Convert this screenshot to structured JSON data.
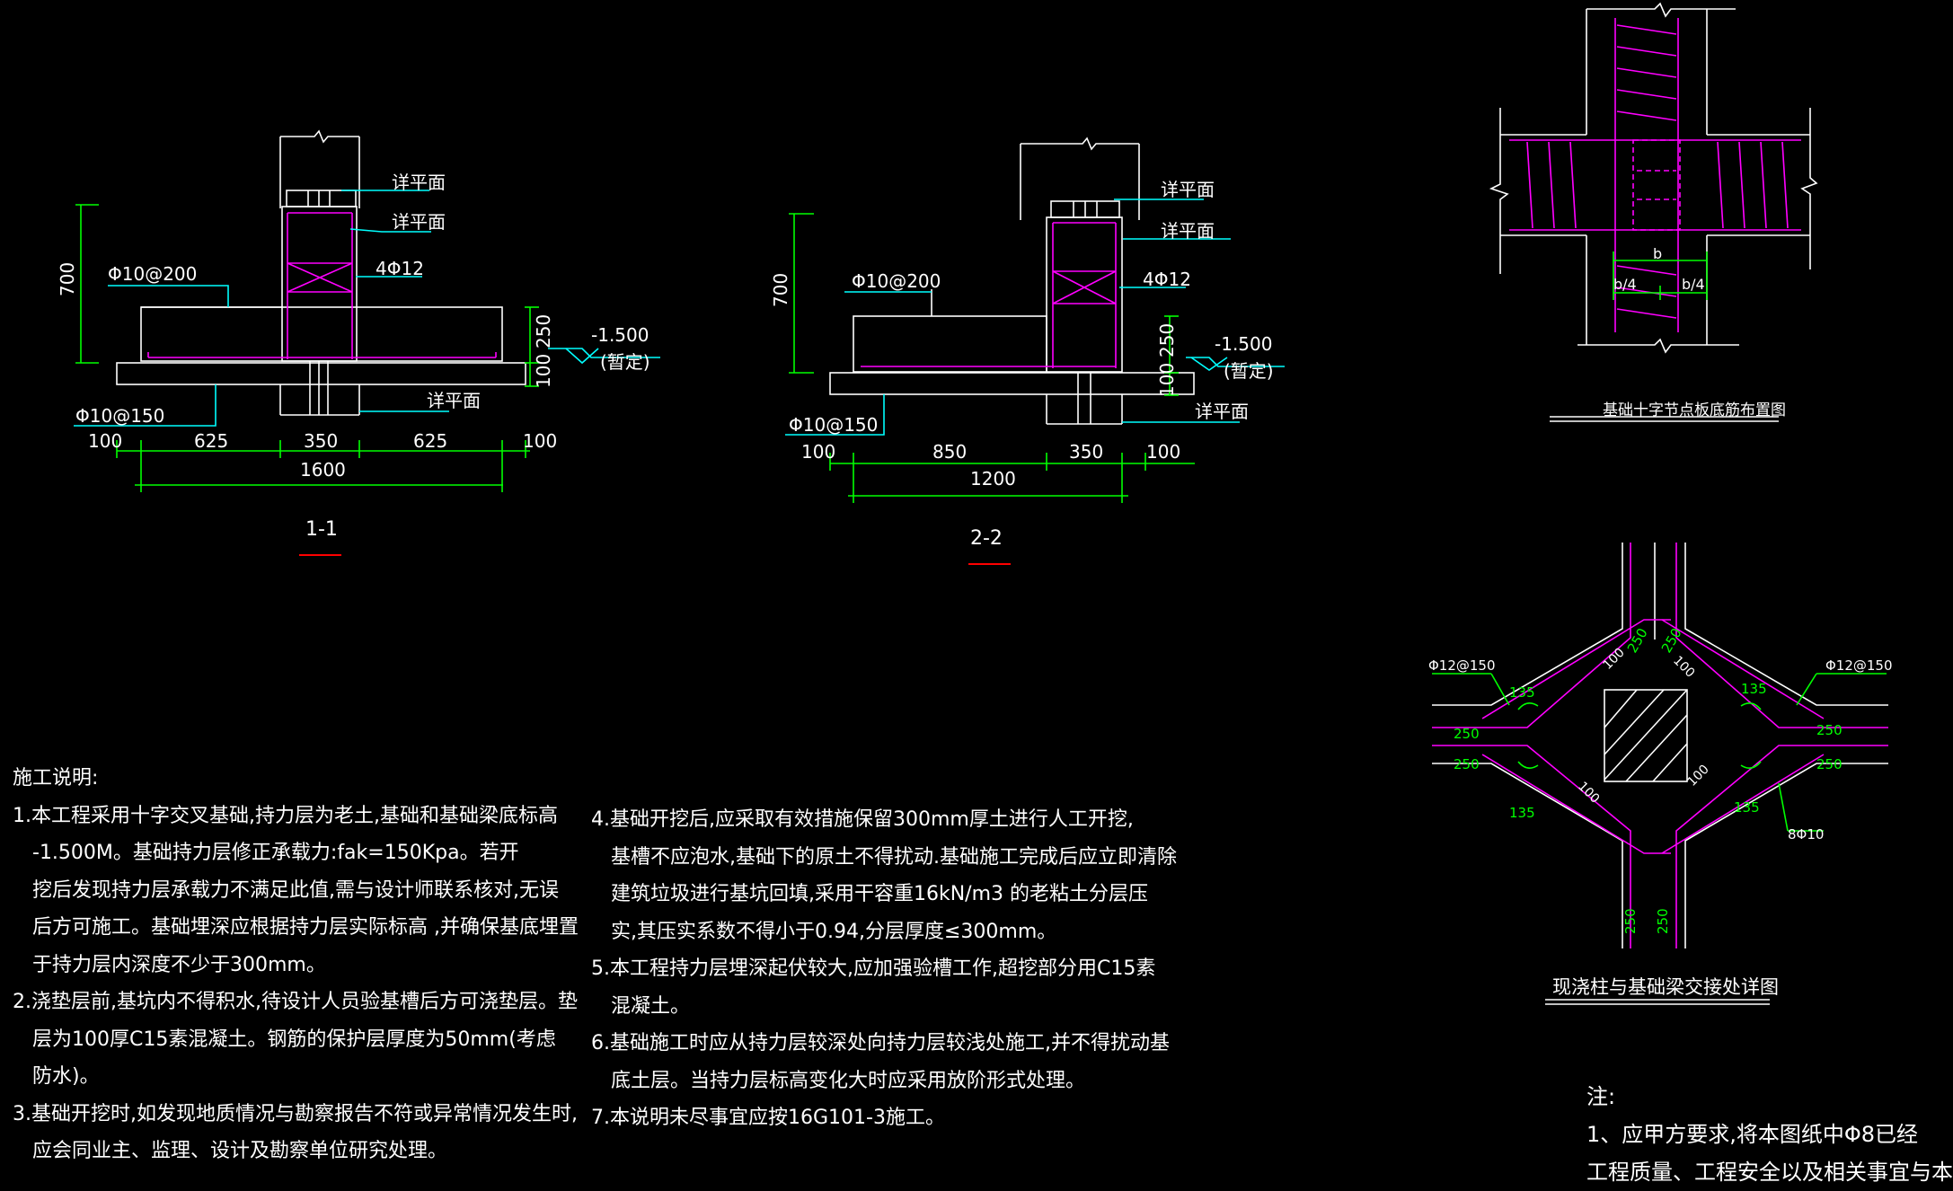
{
  "colors": {
    "background": "#000000",
    "outline": "#ffffff",
    "dimension": "#00ff00",
    "leader": "#00ffff",
    "rebar": "#ff00ff",
    "section_mark": "#ff0000"
  },
  "section_1": {
    "title": "1-1",
    "elev": "-1.500",
    "elev_note": "(暂定)",
    "h_total": "700",
    "h_pad": "250",
    "h_cushion": "100",
    "rebar_top": "Φ10@200",
    "rebar_bottom": "Φ10@150",
    "beam_bars": "4Φ12",
    "ref1": "详平面",
    "ref2": "详平面",
    "ref3": "详平面",
    "dims": [
      "100",
      "625",
      "350",
      "625",
      "100"
    ],
    "width_total": "1600"
  },
  "section_2": {
    "title": "2-2",
    "elev": "-1.500",
    "elev_note": "(暂定)",
    "h_total": "700",
    "h_pad": "250",
    "h_cushion": "100",
    "rebar_top": "Φ10@200",
    "rebar_bottom": "Φ10@150",
    "beam_bars": "4Φ12",
    "ref1": "详平面",
    "ref2": "详平面",
    "ref3": "详平面",
    "dims": [
      "100",
      "850",
      "350",
      "100"
    ],
    "width_total": "1200"
  },
  "cross_detail": {
    "title": "基础十字节点板底筋布置图",
    "b": "b",
    "b4_left": "b/4",
    "b4_right": "b/4"
  },
  "column_detail": {
    "title": "现浇柱与基础梁交接处详图",
    "rebar_left": "Φ12@150",
    "rebar_right": "Φ12@150",
    "bars": "8Φ10",
    "d250": "250",
    "d100": "100",
    "d135": "135"
  },
  "notes": {
    "heading": "施工说明:",
    "col1": [
      "1.本工程采用十字交叉基础,持力层为老土,基础和基础梁底标高",
      "-1.500M。基础持力层修正承载力:fak=150Kpa。若开",
      "挖后发现持力层承载力不满足此值,需与设计师联系核对,无误",
      "后方可施工。基础埋深应根据持力层实际标高 ,并确保基底埋置",
      "于持力层内深度不少于300mm。",
      "2.浇垫层前,基坑内不得积水,待设计人员验基槽后方可浇垫层。垫",
      "层为100厚C15素混凝土。钢筋的保护层厚度为50mm(考虑",
      "防水)。",
      "3.基础开挖时,如发现地质情况与勘察报告不符或异常情况发生时,",
      "应会同业主、监理、设计及勘察单位研究处理。"
    ],
    "col2": [
      "4.基础开挖后,应采取有效措施保留300mm厚土进行人工开挖,",
      "基槽不应泡水,基础下的原土不得扰动.基础施工完成后应立即清除",
      "建筑垃圾进行基坑回填,采用干容重16kN/m3 的老粘土分层压",
      "实,其压实系数不得小于0.94,分层厚度≤300mm。",
      "5.本工程持力层埋深起伏较大,应加强验槽工作,超挖部分用C15素",
      "混凝土。",
      "6.基础施工时应从持力层较深处向持力层较浅处施工,并不得扰动基",
      "底土层。当持力层标高变化大时应采用放阶形式处理。",
      "7.本说明未尽事宜应按16G101-3施工。"
    ],
    "remark_heading": "注:",
    "remark_lines": [
      "1、应甲方要求,将本图纸中Φ8已经",
      "工程质量、工程安全以及相关事宜与本"
    ]
  }
}
